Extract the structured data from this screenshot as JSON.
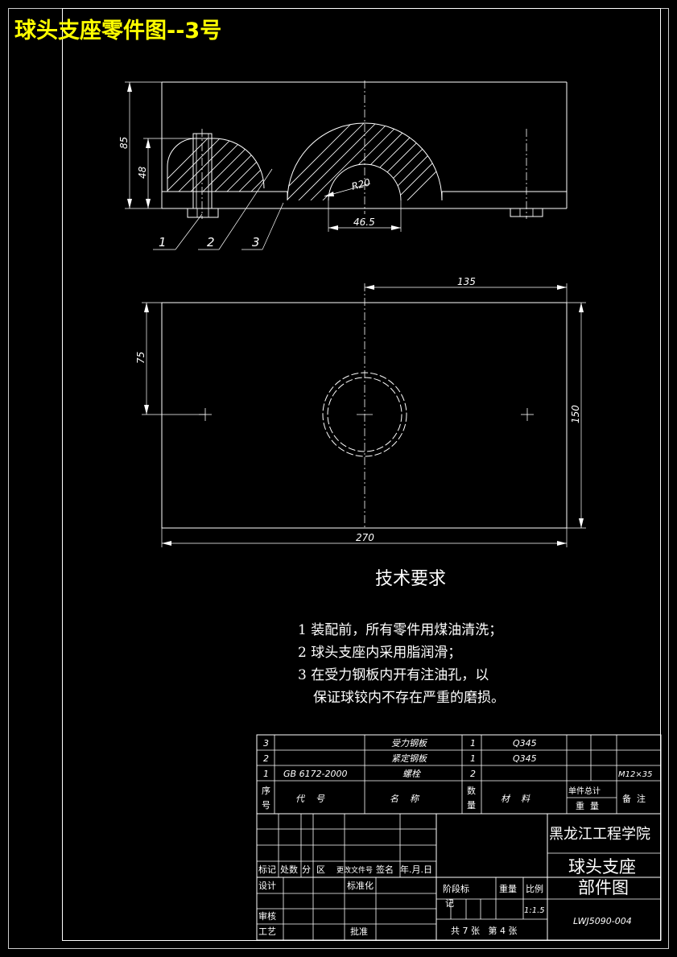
{
  "title": "球头支座零件图--3号",
  "colors": {
    "background": "#000000",
    "line": "#ffffff",
    "title": "#ffff00"
  },
  "front_view": {
    "dimensions": {
      "total_height": "85",
      "hatched_height": "48",
      "radius": "R20",
      "bore_width": "46.5"
    },
    "part_labels": [
      "1",
      "2",
      "3"
    ]
  },
  "top_view": {
    "dimensions": {
      "half_length": "135",
      "half_width": "75",
      "width": "150",
      "length": "270"
    }
  },
  "tech_requirements": {
    "heading": "技术要求",
    "items": [
      "1 装配前，所有零件用煤油清洗；",
      "2 球头支座内采用脂润滑；",
      "3 在受力钢板内开有注油孔，以",
      "保证球铰内不存在严重的磨损。"
    ]
  },
  "parts_list": {
    "rows": [
      {
        "no": "3",
        "code": "",
        "name": "受力钢板",
        "qty": "1",
        "material": "Q345",
        "unit_wt": "",
        "total_wt": "",
        "remark": ""
      },
      {
        "no": "2",
        "code": "",
        "name": "紧定钢板",
        "qty": "1",
        "material": "Q345",
        "unit_wt": "",
        "total_wt": "",
        "remark": ""
      },
      {
        "no": "1",
        "code": "GB 6172-2000",
        "name": "螺栓",
        "qty": "2",
        "material": "",
        "unit_wt": "",
        "total_wt": "",
        "remark": "M12×35"
      }
    ],
    "headers": {
      "no_1": "序",
      "no_2": "号",
      "code": "代    号",
      "name": "名    称",
      "qty_1": "数",
      "qty_2": "量",
      "material": "材    料",
      "weight_top": "单件总计",
      "weight_bottom": "重  量",
      "remark": "备  注"
    }
  },
  "title_block": {
    "school": "黑龙江工程学院",
    "drawing_name_1": "球头支座",
    "drawing_name_2": "部件图",
    "drawing_no": "LWJ5090-004",
    "row_labels": {
      "mark": "标记",
      "count": "处数",
      "zone": "分  区",
      "change_doc": "更改文件号",
      "sign": "签名",
      "date": "年.月.日",
      "design": "设计",
      "standard": "标准化",
      "review": "审核",
      "process": "工艺",
      "approve": "批准",
      "stage_1": "阶段标",
      "stage_2": "记",
      "weight": "重量",
      "scale": "比例",
      "scale_value": "1:1.5",
      "sheets": "共 7 张   第 4 张"
    }
  }
}
